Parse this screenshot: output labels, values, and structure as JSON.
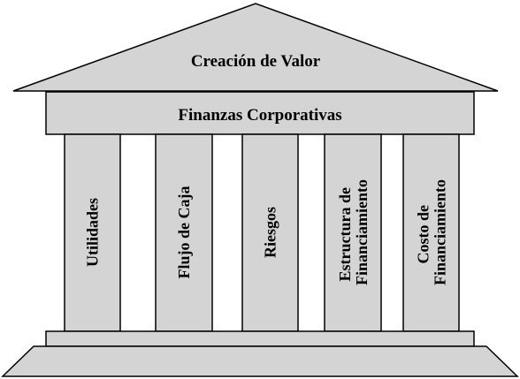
{
  "roof": {
    "label": "Creación de Valor"
  },
  "beam": {
    "label": "Finanzas Corporativas"
  },
  "pillars": [
    {
      "lines": [
        "Utilidades"
      ]
    },
    {
      "lines": [
        "Flujo de Caja"
      ]
    },
    {
      "lines": [
        "Riesgos"
      ]
    },
    {
      "lines": [
        "Estructura de",
        "Financiamiento"
      ]
    },
    {
      "lines": [
        "Costo de",
        "Financiamiento"
      ]
    }
  ],
  "colors": {
    "fill": "#d4d4d4",
    "stroke": "#000000",
    "text": "#000000",
    "background": "#ffffff"
  }
}
